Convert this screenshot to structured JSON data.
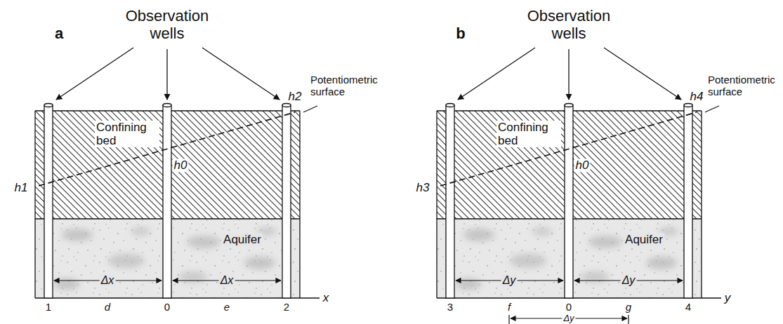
{
  "diagram": {
    "nodes": [
      {
        "text": [
          "Confining bed"
        ]
      },
      {
        "text": [
          "Aquifer"
        ]
      },
      {
        "text": [
          "Confining bed"
        ]
      },
      {
        "text": [
          "Aquifer"
        ]
      }
    ],
    "labels": [
      "a",
      "Observation wells",
      "Potentiometric surface",
      "h1",
      "h0",
      "h2",
      "Δx",
      "Δx",
      "x",
      "1",
      "d",
      "0",
      "e",
      "2",
      "b",
      "Observation wells",
      "Potentiometric surface",
      "h3",
      "h0",
      "h4",
      "Δy",
      "Δy",
      "Δy",
      "y",
      "3",
      "f",
      "0",
      "g",
      "4"
    ]
  }
}
